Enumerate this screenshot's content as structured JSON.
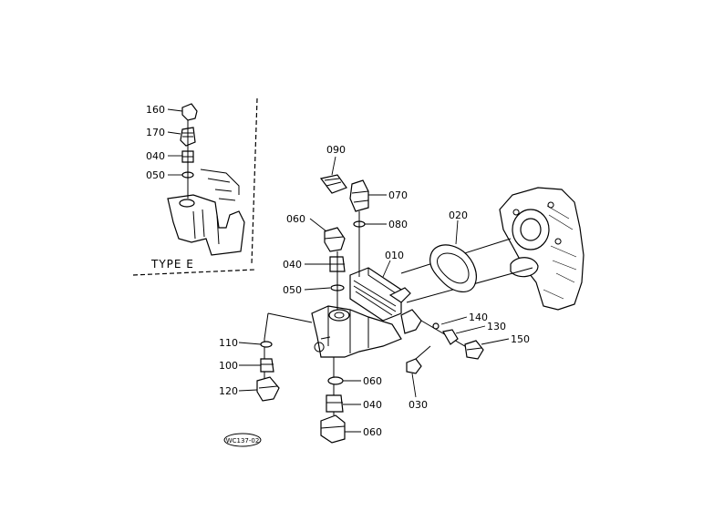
{
  "colors": {
    "ink": "#000000",
    "paper": "#ffffff"
  },
  "inset": {
    "label": "TYPE E"
  },
  "parts": {
    "p160": "160",
    "p170": "170",
    "p040_inset": "040",
    "p050_inset": "050",
    "p090": "090",
    "p070": "070",
    "p080": "080",
    "p020": "020",
    "p060_top": "060",
    "p040_top": "040",
    "p050_top": "050",
    "p010": "010",
    "p140": "140",
    "p130": "130",
    "p150": "150",
    "p110": "110",
    "p100": "100",
    "p120": "120",
    "p060_mid": "060",
    "p040_bot": "040",
    "p060_bot": "060",
    "p030": "030"
  },
  "drawing_code": "WC137-02"
}
